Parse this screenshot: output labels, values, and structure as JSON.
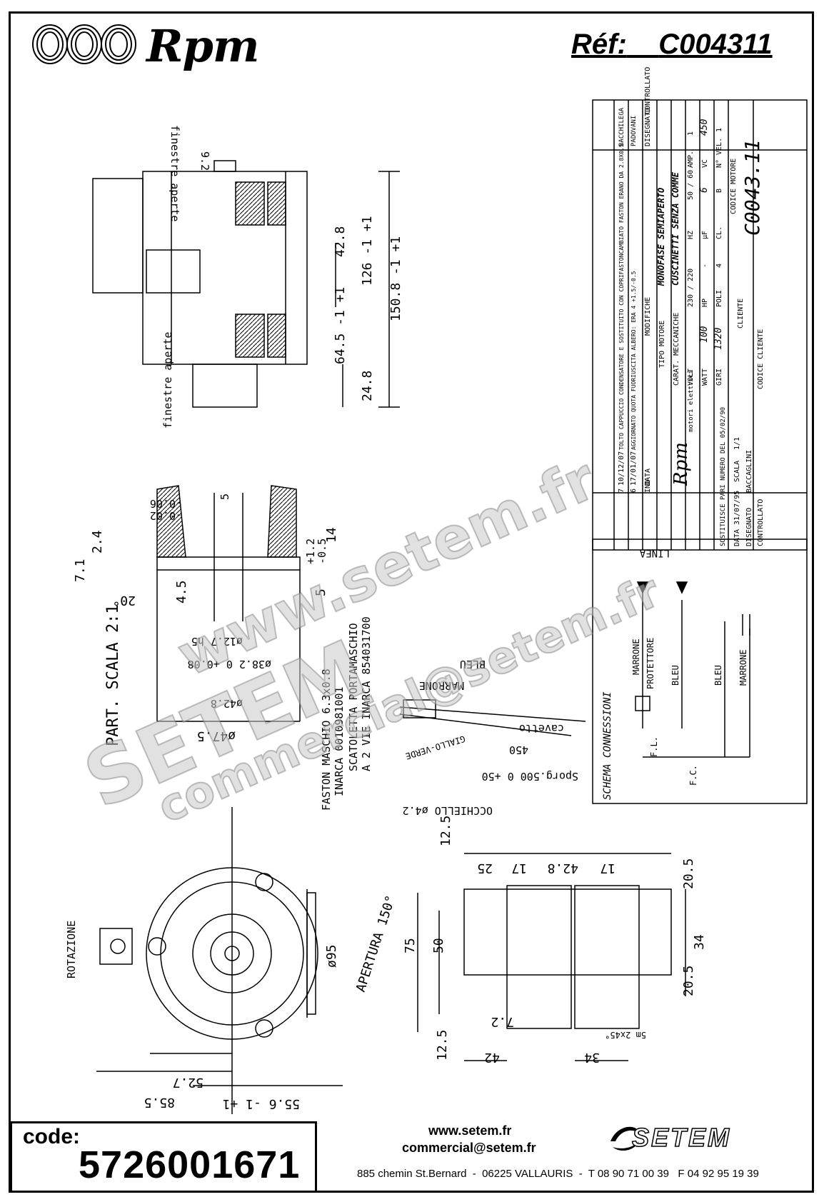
{
  "header": {
    "brand": "Rpm",
    "ref_label": "Réf:",
    "ref_value": "C004311"
  },
  "title_block": {
    "revisions": [
      {
        "ind": "7",
        "data": "10/12/07",
        "modifiche": "TOLTO CAPPUCCIO CONDENSATORE E SOSTITUITO CON COPRIFASTONCAMBIATO FASTON ERANO DA 2.8X0.5",
        "by": "BACCHILEGA"
      },
      {
        "ind": "6",
        "data": "17/01/07",
        "modifiche": "AGGIORNATO QUOTA FUORIUSCITA ALBERO: ERA 4 +1.5/-0.5",
        "by": "PADOVANI"
      }
    ],
    "rev_headers": {
      "ind": "IND",
      "data": "DATA",
      "modifiche": "MODIFICHE",
      "disegnato": "DISEGNATO",
      "controllato": "CONTROLLATO"
    },
    "company": "Rpm",
    "company_sub": "motori elettrici",
    "tipo_motore_label": "TIPO MOTORE",
    "tipo_motore": "MONOFASE SEMIAPERTO",
    "carat_label": "CARAT. MECCANICHE",
    "carat": "CUSCINETTI SENZA COMME",
    "volt_label": "VOLT",
    "volt": "230 / 220",
    "hz_label": "HZ",
    "hz": "50 / 60",
    "amp_label": "AMP.",
    "amp": "1",
    "watt_label": "WATT",
    "watt": "100",
    "hp_label": "HP",
    "hp": "-",
    "uf_label": "μF",
    "uf": "6",
    "vc_label": "VC",
    "vc": "450",
    "giri_label": "GIRI",
    "giri": "1320",
    "poli_label": "POLI",
    "poli": "4",
    "cl_label": "CL.",
    "cl": "B",
    "nvel_label": "N° VEL.",
    "nvel": "1",
    "cliente_label": "CLIENTE",
    "codice_motore_label": "CODICE MOTORE",
    "codice_motore": "C0043.11",
    "sostituisce": "SOSTITUISCE PARI NUMERO DEL 05/02/90",
    "scala_label": "SCALA",
    "scala": "1/1",
    "data_label": "DATA",
    "data": "31/07/95",
    "disegnato_label": "DISEGNATO",
    "disegnato": "BACCAGLINI",
    "controllato_label": "CONTROLLATO",
    "codice_cliente_label": "CODICE CLIENTE"
  },
  "schema": {
    "title": "SCHEMA CONNESSIONI",
    "linea": "LINEA",
    "labels": [
      "MARRONE",
      "PROTETTORE",
      "BLEU",
      "BLEU",
      "MARRONE",
      "F.L.",
      "F.C."
    ]
  },
  "dims_top": [
    "finestre aperte",
    "9.2",
    "42.8",
    "126 -1 +1",
    "150.8 -1 +1",
    "64.5 -1 +1",
    "24.8",
    "finestre aperte"
  ],
  "dims_detail": [
    "PART. SCALA 2:1",
    "-0.06",
    "-0.02",
    "5",
    "14",
    "+1.2",
    "-0.5",
    "5",
    "7.1",
    "2.4",
    "20°",
    "4.5",
    "ø12.7 h5",
    "ø38.2 0 +0.08",
    "ø42.8",
    "ø47.5"
  ],
  "dims_cable": [
    "FASTON MASCHIO 6.3x0.8",
    "INARCA 0010981001",
    "SCATOLETTA PORTAMASCHIO",
    "A 2 VIE INARCA 854031700",
    "BLEU",
    "MARRONE",
    "cavetto",
    "GIALLO-VERDE",
    "450",
    "Sporg.500 0 +50",
    "OCCHIELLO ø4.2"
  ],
  "dims_front": [
    "ROTAZIONE",
    "APERTURA 150°",
    "ø95",
    "52.7",
    "85.5",
    "55.6 -1 +1"
  ],
  "dims_bracket": [
    "12.5",
    "25",
    "17",
    "42.8",
    "17",
    "75",
    "50",
    "12.5",
    "20.5",
    "34",
    "20.5",
    "7.2",
    "42",
    "34",
    "5m 2x45°"
  ],
  "footer": {
    "code_label": "code:",
    "code_value": "5726001671",
    "website": "www.setem.fr",
    "email": "commercial@setem.fr",
    "address": "885 chemin St.Bernard  -  06225 VALLAURIS  -  T 08 90 71 00 39   F 04 92 95 19 39",
    "setem_logo": "SETEM"
  },
  "watermarks": [
    "www.setem.fr",
    "SETEM",
    "commercial@setem.fr"
  ]
}
